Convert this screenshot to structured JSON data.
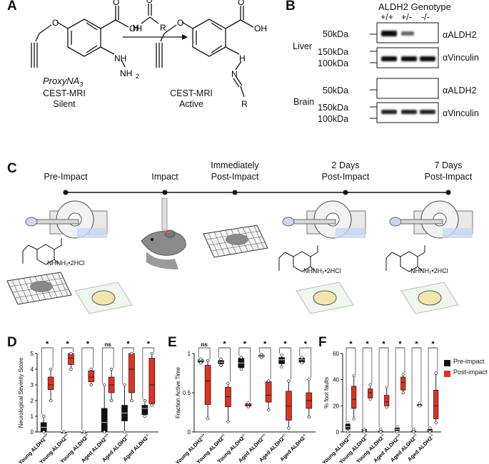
{
  "panels": {
    "a": "A",
    "b": "B",
    "c": "C",
    "d": "D",
    "e": "E",
    "f": "F"
  },
  "panel_a": {
    "compound_name": "ProxyNA",
    "compound_sub": "3",
    "left_label_1": "CEST-MRI",
    "left_label_2": "Silent",
    "right_label_1": "CEST-MRI",
    "right_label_2": "Active",
    "atoms": {
      "o": "O",
      "oh": "OH",
      "n": "N",
      "h": "H",
      "nh": "NH",
      "nh2": "NH",
      "two": "2",
      "r": "R"
    }
  },
  "panel_b": {
    "title": "ALDH2 Genotype",
    "genotypes": [
      "+/+",
      "+/-",
      "-/-"
    ],
    "tissues": [
      "Liver",
      "Brain"
    ],
    "mw": [
      "50kDa",
      "150kDa",
      "100kDa",
      "50kDa",
      "150kDa",
      "100kDa"
    ],
    "antibodies": [
      "αALDH2",
      "αVinculin",
      "αALDH2",
      "αVinculin"
    ]
  },
  "panel_c": {
    "timepoints": [
      {
        "line1": "Pre-Impact",
        "line2": ""
      },
      {
        "line1": "Impact",
        "line2": ""
      },
      {
        "line1": "Immediately",
        "line2": "Post-Impact"
      },
      {
        "line1": "2 Days",
        "line2": "Post-Impact"
      },
      {
        "line1": "7 Days",
        "line2": "Post-Impact"
      }
    ],
    "compound_label": "NHNH₂•2HCl"
  },
  "chart_data": [
    {
      "type": "box",
      "panel": "D",
      "ylabel": "Neurological Severity Score",
      "ylim": [
        0,
        5
      ],
      "yticks": [
        0,
        1,
        2,
        3,
        4,
        5
      ],
      "categories": [
        "Young ALDH2+/+",
        "Young ALDH2+/-",
        "Young ALDH2-/-",
        "Aged ALDH2+/+",
        "Aged ALDH2+/-",
        "Aged ALDH2-/-"
      ],
      "significance": [
        "*",
        "*",
        "*",
        "ns",
        "*",
        "*"
      ],
      "series": [
        {
          "name": "Pre-impact",
          "boxes": [
            [
              0,
              0,
              0.3,
              0.6,
              1.0
            ],
            [
              0,
              0,
              0,
              0,
              0
            ],
            [
              0,
              0,
              0,
              0,
              0
            ],
            [
              0,
              0,
              0.6,
              1.5,
              3.0
            ],
            [
              0,
              0.7,
              1.2,
              1.7,
              3.0
            ],
            [
              1.0,
              1.1,
              1.5,
              1.7,
              2.0
            ]
          ]
        },
        {
          "name": "Post-impact",
          "boxes": [
            [
              2.0,
              2.7,
              3.0,
              3.5,
              4.0
            ],
            [
              4.0,
              4.3,
              4.7,
              5.0,
              5.0
            ],
            [
              3.0,
              3.2,
              3.5,
              3.9,
              4.0
            ],
            [
              2.0,
              2.5,
              3.0,
              3.5,
              4.0
            ],
            [
              2.0,
              2.5,
              4.0,
              5.0,
              5.0
            ],
            [
              1.7,
              1.8,
              3.0,
              4.7,
              5.0
            ]
          ]
        }
      ]
    },
    {
      "type": "box",
      "panel": "E",
      "ylabel": "Fraction Active Time",
      "ylim": [
        0,
        1
      ],
      "yticks": [
        0,
        0.5,
        1
      ],
      "ytick_labels": [
        "0",
        "0.5",
        "1"
      ],
      "categories": [
        "Young ALDH2+/+",
        "Young ALDH2+/-",
        "Young ALDH2-/-",
        "Aged ALDH2+/+",
        "Aged ALDH2+/-",
        "Aged ALDH2-/-"
      ],
      "significance": [
        "ns",
        "*",
        "*",
        "*",
        "*",
        "*"
      ],
      "series": [
        {
          "name": "Pre-impact",
          "boxes": [
            [
              0.88,
              0.89,
              0.91,
              0.92,
              0.93
            ],
            [
              0.85,
              0.87,
              0.89,
              0.91,
              0.93
            ],
            [
              0.8,
              0.82,
              0.88,
              0.94,
              0.95
            ],
            [
              0.95,
              0.96,
              0.97,
              0.98,
              0.99
            ],
            [
              0.83,
              0.87,
              0.92,
              0.95,
              0.98
            ],
            [
              0.88,
              0.89,
              0.92,
              0.94,
              0.95
            ]
          ]
        },
        {
          "name": "Post-impact",
          "boxes": [
            [
              0.17,
              0.35,
              0.65,
              0.85,
              0.91
            ],
            [
              0.13,
              0.32,
              0.45,
              0.57,
              0.62
            ],
            [
              0.32,
              0.33,
              0.34,
              0.36,
              0.37
            ],
            [
              0.28,
              0.38,
              0.47,
              0.64,
              0.65
            ],
            [
              0.05,
              0.15,
              0.33,
              0.52,
              0.65
            ],
            [
              0.19,
              0.3,
              0.4,
              0.5,
              0.67
            ]
          ]
        }
      ]
    },
    {
      "type": "box",
      "panel": "F",
      "ylabel": "% foot faults",
      "ylim": [
        0,
        60
      ],
      "yticks": [
        0,
        20,
        40,
        60
      ],
      "categories": [
        "Young ALDH2+/+",
        "Young ALDH2+/-",
        "Young ALDH2-/-",
        "Aged ALDH2+/+",
        "Aged ALDH2+/-",
        "Aged ALDH2-/-"
      ],
      "significance": [
        "*",
        "*",
        "*",
        "*",
        "*",
        "*"
      ],
      "series": [
        {
          "name": "Pre-impact",
          "boxes": [
            [
              0,
              2,
              4,
              6,
              7
            ],
            [
              0,
              0,
              1,
              2,
              2
            ],
            [
              0,
              0,
              1,
              1,
              2
            ],
            [
              0,
              1,
              2,
              3,
              4
            ],
            [
              0,
              0,
              1,
              1,
              2
            ],
            [
              0,
              0,
              1,
              2,
              3
            ]
          ]
        },
        {
          "name": "Post-impact",
          "boxes": [
            [
              10,
              18,
              25,
              35,
              43
            ],
            [
              25,
              26,
              30,
              33,
              36
            ],
            [
              19,
              20,
              23,
              28,
              34
            ],
            [
              30,
              32,
              38,
              42,
              44
            ],
            [
              20,
              20,
              21,
              21,
              22
            ],
            [
              7,
              10,
              20,
              32,
              45
            ]
          ]
        }
      ]
    }
  ],
  "tick_labels": {
    "young": "Young ALDH2",
    "aged": "Aged ALDH2",
    "sups": [
      "+/+",
      "+/-",
      "-/-",
      "+/+",
      "+/-",
      "-/-"
    ]
  },
  "legend": {
    "pre": "Pre-impact",
    "post": "Post-impact"
  },
  "colors": {
    "pre": "#111111",
    "post": "#e0321f",
    "grid": "#555555",
    "pale_blue": "#c8d8f0",
    "yellow": "#f2e6b0"
  }
}
